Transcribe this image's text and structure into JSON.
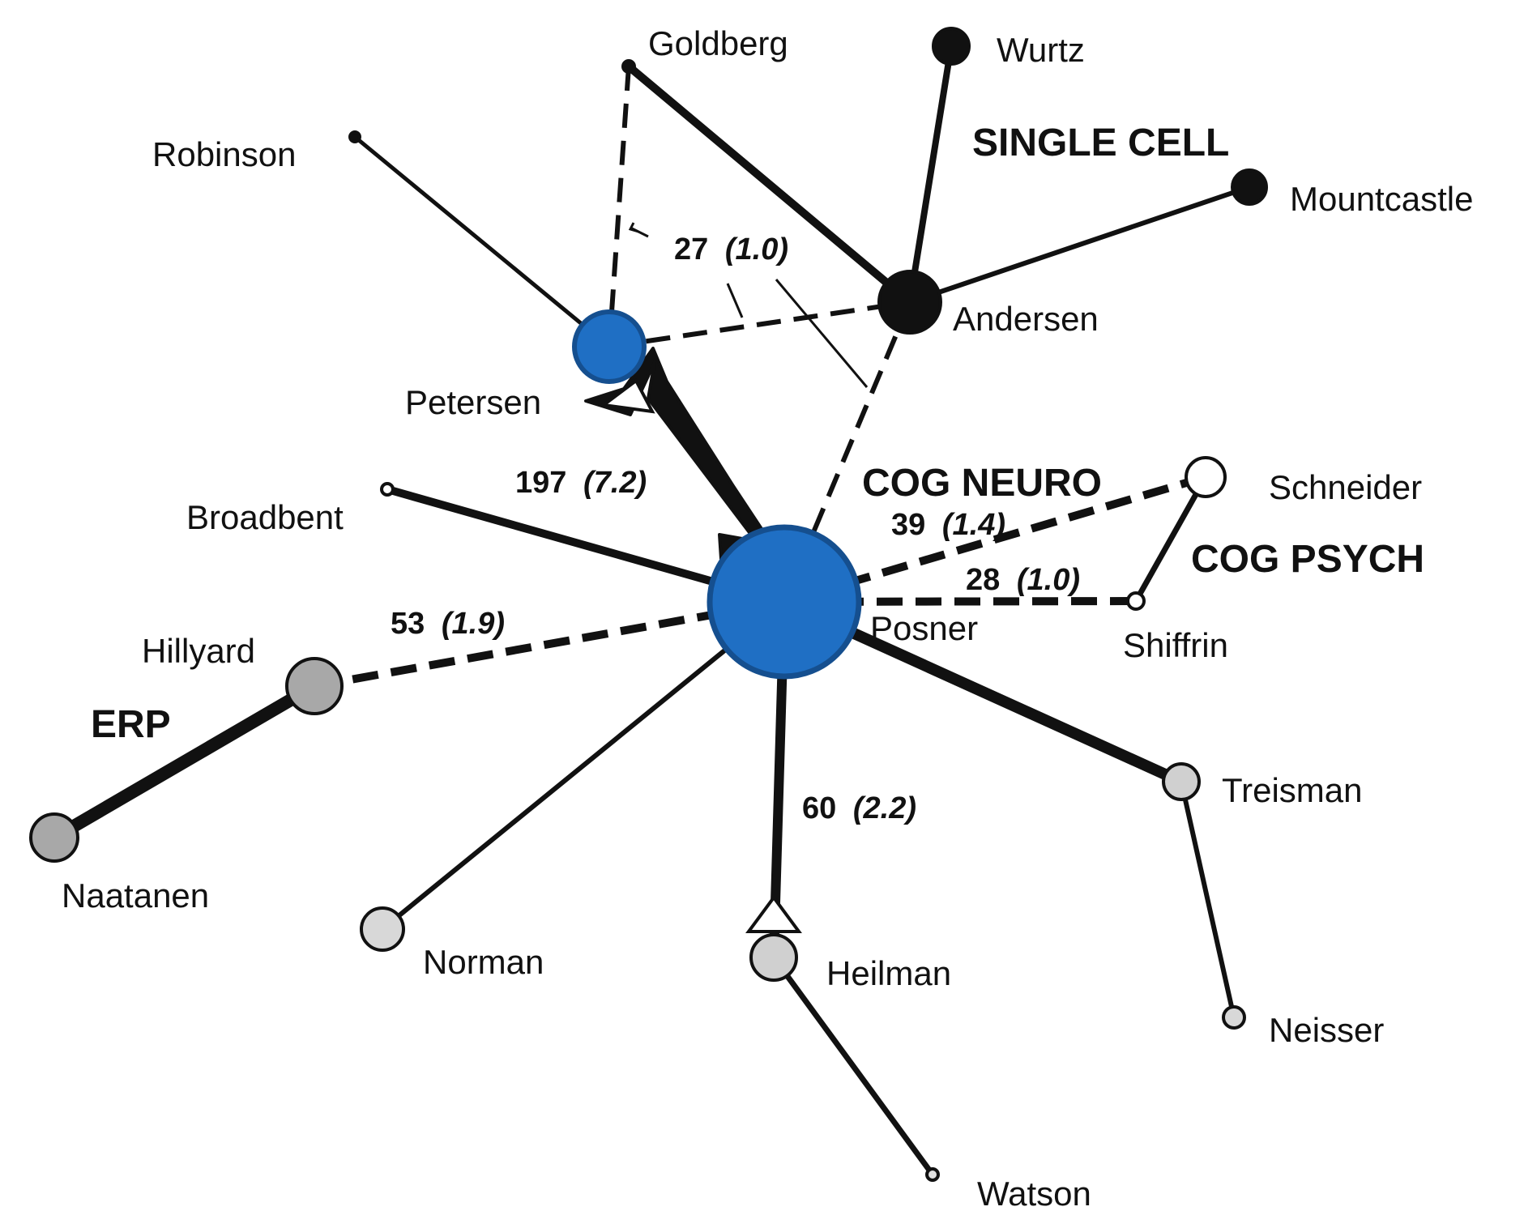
{
  "nodes": {
    "goldberg": {
      "label": "Goldberg",
      "fill": "#111111"
    },
    "wurtz": {
      "label": "Wurtz",
      "fill": "#111111"
    },
    "robinson": {
      "label": "Robinson",
      "fill": "#111111"
    },
    "mountcastle": {
      "label": "Mountcastle",
      "fill": "#111111"
    },
    "andersen": {
      "label": "Andersen",
      "fill": "#111111"
    },
    "petersen": {
      "label": "Petersen",
      "fill": "#1f6fc4"
    },
    "broadbent": {
      "label": "Broadbent",
      "fill": "#ffffff"
    },
    "schneider": {
      "label": "Schneider",
      "fill": "#ffffff"
    },
    "shiffrin": {
      "label": "Shiffrin",
      "fill": "#ffffff"
    },
    "posner": {
      "label": "Posner",
      "fill": "#1f6fc4"
    },
    "hillyard": {
      "label": "Hillyard",
      "fill": "#a8a8a8"
    },
    "naatanen": {
      "label": "Naatanen",
      "fill": "#a8a8a8"
    },
    "treisman": {
      "label": "Treisman",
      "fill": "#d0d0d0"
    },
    "norman": {
      "label": "Norman",
      "fill": "#d8d8d8"
    },
    "heilman": {
      "label": "Heilman",
      "fill": "#d0d0d0"
    },
    "neisser": {
      "label": "Neisser",
      "fill": "#d8d8d8"
    },
    "watson": {
      "label": "Watson",
      "fill": "#e0e0e0"
    }
  },
  "groups": {
    "single_cell": "SINGLE CELL",
    "cog_neuro": "COG NEURO",
    "cog_psych": "COG PSYCH",
    "erp": "ERP"
  },
  "edge_labels": {
    "goldberg_andersen": {
      "count": "27",
      "ratio": "(1.0)"
    },
    "petersen_posner": {
      "count": "197",
      "ratio": "(7.2)"
    },
    "schneider_posner": {
      "count": "39",
      "ratio": "(1.4)"
    },
    "shiffrin_posner": {
      "count": "28",
      "ratio": "(1.0)"
    },
    "hillyard_posner": {
      "count": "53",
      "ratio": "(1.9)"
    },
    "heilman_posner": {
      "count": "60",
      "ratio": "(2.2)"
    }
  },
  "colors": {
    "line": "#111111",
    "highlight": "#1f6fc4",
    "highlight_border": "#154f8f"
  }
}
